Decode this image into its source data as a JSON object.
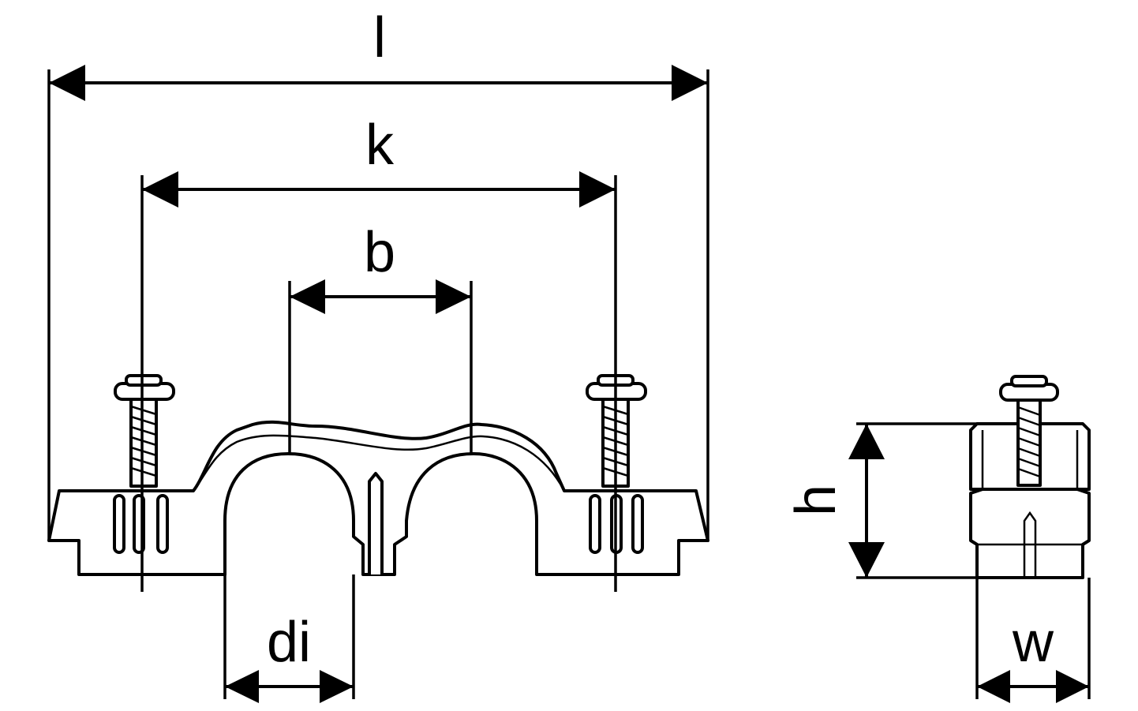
{
  "diagram": {
    "labels": {
      "l": "l",
      "k": "k",
      "b": "b",
      "di": "di",
      "h": "h",
      "w": "w"
    },
    "colors": {
      "line": "#000000",
      "background": "#ffffff"
    }
  }
}
